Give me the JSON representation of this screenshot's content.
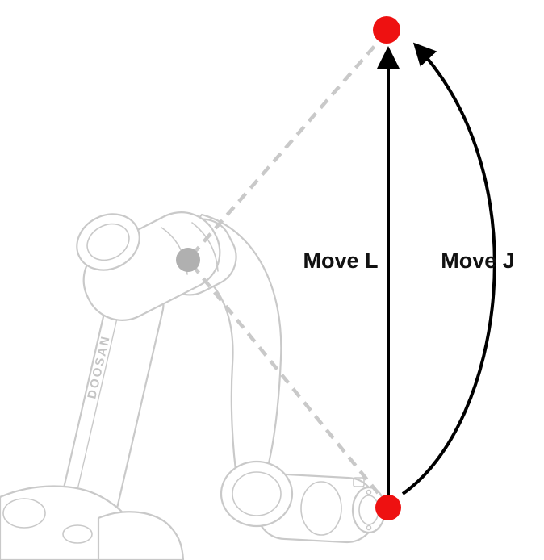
{
  "diagram": {
    "labels": {
      "move_l": "Move L",
      "move_j": "Move J"
    },
    "robot": {
      "brand": "DOOSAN"
    },
    "colors": {
      "waypoint_red": "#ee1111",
      "via_gray": "#b0b0b0",
      "dashed_gray": "#c9c9c9",
      "robot_outline": "#c9c9c9",
      "arrow_black": "#000000"
    }
  }
}
